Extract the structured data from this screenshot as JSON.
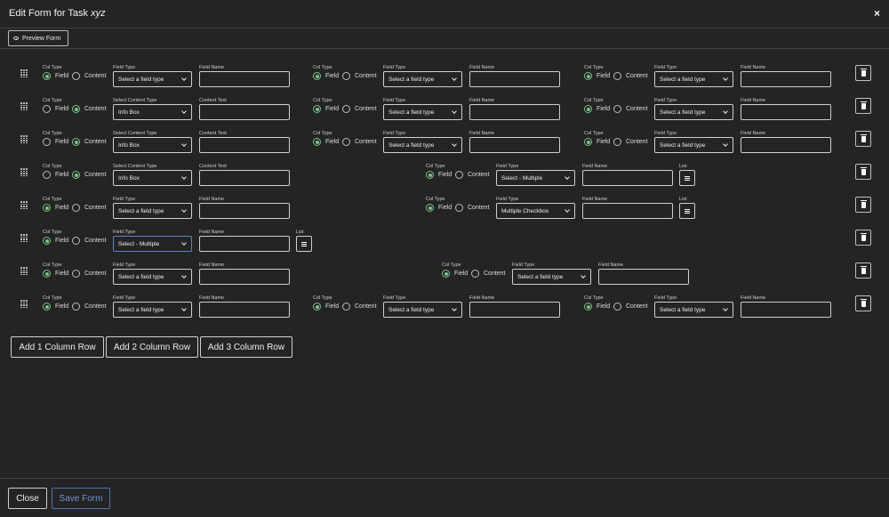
{
  "header": {
    "title": "Edit Form for Task",
    "task_name": "xyz",
    "close_label": "×"
  },
  "toolbar": {
    "preview_label": "Preview Form"
  },
  "labels": {
    "col_type": "Col Type",
    "field": "Field",
    "content": "Content",
    "field_type": "Field Type",
    "field_name": "Field Name",
    "select_content_type": "Select Content Type",
    "content_text": "Content Text",
    "list": "List"
  },
  "rows": [
    {
      "columns": [
        {
          "col_type": "field",
          "type_value": "Select a field type"
        },
        {
          "col_type": "field",
          "type_value": "Select a field type"
        },
        {
          "col_type": "field",
          "type_value": "Select a field type"
        }
      ]
    },
    {
      "columns": [
        {
          "col_type": "content",
          "type_value": "Info Box"
        },
        {
          "col_type": "field",
          "type_value": "Select a field type"
        },
        {
          "col_type": "field",
          "type_value": "Select a field type"
        }
      ]
    },
    {
      "columns": [
        {
          "col_type": "content",
          "type_value": "Info Box"
        },
        {
          "col_type": "field",
          "type_value": "Select a field type"
        },
        {
          "col_type": "field",
          "type_value": "Select a field type"
        }
      ]
    },
    {
      "columns": [
        {
          "col_type": "content",
          "type_value": "Info Box"
        },
        {
          "col_type": "field",
          "type_value": "Select - Multiple",
          "has_list": true
        }
      ]
    },
    {
      "columns": [
        {
          "col_type": "field",
          "type_value": "Select a field type"
        },
        {
          "col_type": "field",
          "type_value": "Multiple Checkbox",
          "has_list": true
        }
      ]
    },
    {
      "columns": [
        {
          "col_type": "field",
          "type_value": "Select - Multiple",
          "has_list": true
        }
      ]
    },
    {
      "columns": [
        {
          "col_type": "field",
          "type_value": "Select a field type"
        },
        {
          "col_type": "field",
          "type_value": "Select a field type"
        }
      ]
    },
    {
      "columns": [
        {
          "col_type": "field",
          "type_value": "Select a field type"
        },
        {
          "col_type": "field",
          "type_value": "Select a field type"
        },
        {
          "col_type": "field",
          "type_value": "Select a field type"
        }
      ]
    }
  ],
  "actions": {
    "add_1": "Add 1 Column Row",
    "add_2": "Add 2 Column Row",
    "add_3": "Add 3 Column Row"
  },
  "footer": {
    "close_label": "Close",
    "save_label": "Save Form"
  },
  "colors": {
    "background": "#242424",
    "radio_selected": "#7fc08a",
    "save_accent": "#4b74b0"
  },
  "icons": {
    "preview": "eye-icon",
    "drag": "drag-handle-icon",
    "delete": "trash-icon",
    "list": "list-icon",
    "dropdown": "chevron-down-icon"
  }
}
